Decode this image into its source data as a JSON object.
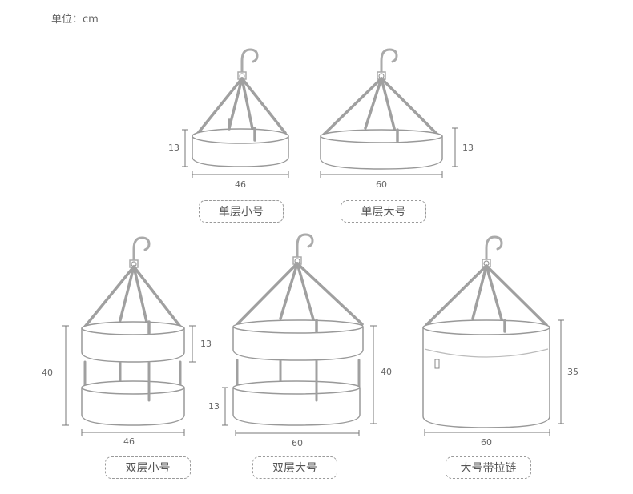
{
  "unit_label": "单位：cm",
  "colors": {
    "strap": "#a0a0a0",
    "outline": "#999999",
    "dim": "#777777"
  },
  "products": [
    {
      "id": "single-small",
      "label": "单层小号",
      "width": "46",
      "height": "13"
    },
    {
      "id": "single-large",
      "label": "单层大号",
      "width": "60",
      "height": "13"
    },
    {
      "id": "double-small",
      "label": "双层小号",
      "width": "46",
      "total_height": "40",
      "tier_height": "13"
    },
    {
      "id": "double-large",
      "label": "双层大号",
      "width": "60",
      "total_height": "40",
      "tier_height": "13"
    },
    {
      "id": "large-zipper",
      "label": "大号带拉链",
      "width": "60",
      "height": "35"
    }
  ]
}
